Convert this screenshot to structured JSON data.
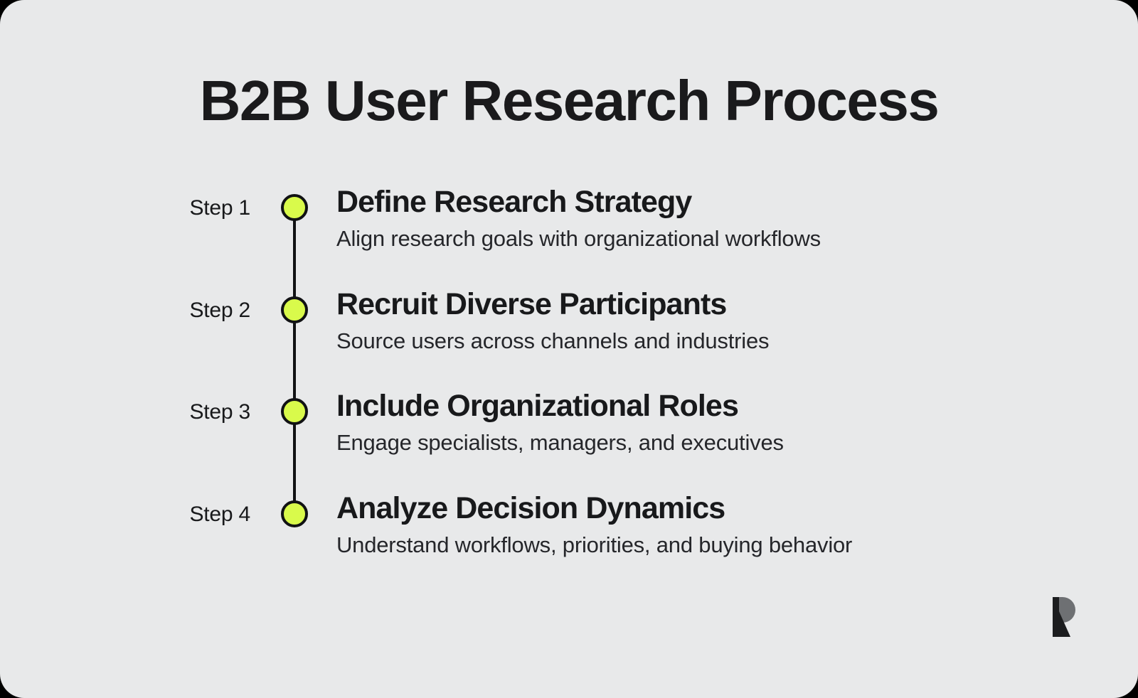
{
  "page": {
    "title": "B2B User Research Process",
    "background_color": "#E8E9EA",
    "outer_color": "#000000",
    "accent_color": "#D9FA4B",
    "text_color": "#18191B",
    "line_color": "#111214"
  },
  "timeline": {
    "steps": [
      {
        "label": "Step 1",
        "title": "Define Research Strategy",
        "description": "Align research goals with organizational workflows"
      },
      {
        "label": "Step 2",
        "title": "Recruit Diverse Participants",
        "description": "Source users across channels and industries"
      },
      {
        "label": "Step 3",
        "title": "Include Organizational Roles",
        "description": "Engage specialists, managers, and executives"
      },
      {
        "label": "Step 4",
        "title": "Analyze Decision Dynamics",
        "description": "Understand workflows, priorities, and buying behavior"
      }
    ]
  },
  "logo": {
    "name": "r-monogram-logo",
    "bar_color": "#1C1D1F",
    "bowl_color": "#6E7073"
  }
}
